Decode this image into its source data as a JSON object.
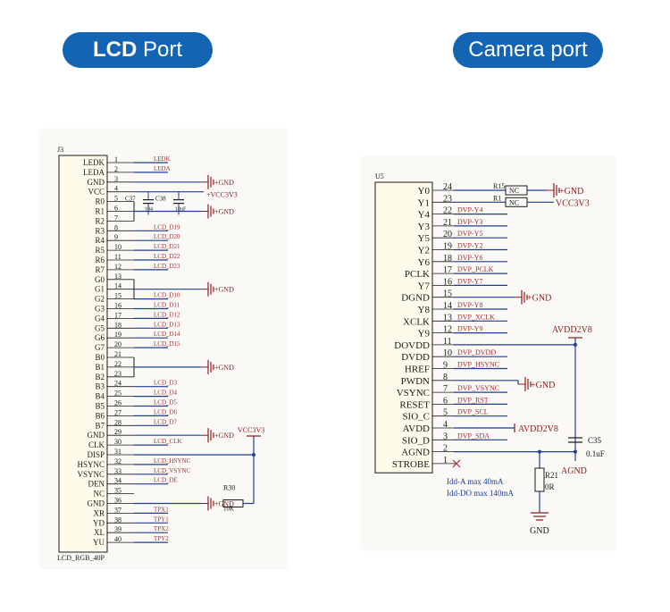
{
  "header": {
    "lcd_title_bold": "LCD",
    "lcd_title_rest": "Port",
    "camera_title": "Camera port"
  },
  "colors": {
    "pill": "#1464b4",
    "wire": "#1f3c96",
    "power": "#8b1a1a",
    "net_label": "#a33030",
    "body_fill": "#fffbea",
    "ink": "#1a1a1a"
  },
  "lcd": {
    "designator": "J3",
    "part_name": "LCD_RGB_40P",
    "pins": [
      {
        "num": "1",
        "name": "LEDK",
        "net": "LEDK"
      },
      {
        "num": "2",
        "name": "LEDA",
        "net": "LEDA"
      },
      {
        "num": "3",
        "name": "GND",
        "net": ""
      },
      {
        "num": "4",
        "name": "VCC",
        "net": ""
      },
      {
        "num": "5",
        "name": "R0",
        "net": ""
      },
      {
        "num": "6",
        "name": "R1",
        "net": ""
      },
      {
        "num": "7",
        "name": "R2",
        "net": ""
      },
      {
        "num": "8",
        "name": "R3",
        "net": "LCD_D19"
      },
      {
        "num": "9",
        "name": "R4",
        "net": "LCD_D20"
      },
      {
        "num": "10",
        "name": "R5",
        "net": "LCD_D21"
      },
      {
        "num": "11",
        "name": "R6",
        "net": "LCD_D22"
      },
      {
        "num": "12",
        "name": "R7",
        "net": "LCD_D23"
      },
      {
        "num": "13",
        "name": "G0",
        "net": ""
      },
      {
        "num": "14",
        "name": "G1",
        "net": ""
      },
      {
        "num": "15",
        "name": "G2",
        "net": "LCD_D10"
      },
      {
        "num": "16",
        "name": "G3",
        "net": "LCD_D11"
      },
      {
        "num": "17",
        "name": "G4",
        "net": "LCD_D12"
      },
      {
        "num": "18",
        "name": "G5",
        "net": "LCD_D13"
      },
      {
        "num": "19",
        "name": "G6",
        "net": "LCD_D14"
      },
      {
        "num": "20",
        "name": "G7",
        "net": "LCD_D15"
      },
      {
        "num": "21",
        "name": "B0",
        "net": ""
      },
      {
        "num": "22",
        "name": "B1",
        "net": ""
      },
      {
        "num": "23",
        "name": "B2",
        "net": ""
      },
      {
        "num": "24",
        "name": "B3",
        "net": "LCD_D3"
      },
      {
        "num": "25",
        "name": "B4",
        "net": "LCD_D4"
      },
      {
        "num": "26",
        "name": "B5",
        "net": "LCD_D5"
      },
      {
        "num": "27",
        "name": "B6",
        "net": "LCD_D6"
      },
      {
        "num": "28",
        "name": "B7",
        "net": "LCD_D7"
      },
      {
        "num": "29",
        "name": "GND",
        "net": ""
      },
      {
        "num": "30",
        "name": "CLK",
        "net": "LCD_CLK"
      },
      {
        "num": "31",
        "name": "DISP",
        "net": ""
      },
      {
        "num": "32",
        "name": "HSYNC",
        "net": "LCD_HSYNC"
      },
      {
        "num": "33",
        "name": "VSYNC",
        "net": "LCD_VSYNC"
      },
      {
        "num": "34",
        "name": "DEN",
        "net": "LCD_DE"
      },
      {
        "num": "35",
        "name": "NC",
        "net": ""
      },
      {
        "num": "36",
        "name": "GND",
        "net": ""
      },
      {
        "num": "37",
        "name": "XR",
        "net": "TPX1"
      },
      {
        "num": "38",
        "name": "YD",
        "net": "TPY1"
      },
      {
        "num": "39",
        "name": "XL",
        "net": "TPX2"
      },
      {
        "num": "40",
        "name": "YU",
        "net": "TPY2"
      }
    ],
    "gnd_label": "GND",
    "vcc_label": "VCC3V3",
    "vcc_label_right": "VCC3V3",
    "cap_left_label": "C37",
    "cap_right_label": "C38",
    "cap_left_value": "104",
    "cap_right_value": "10uF",
    "resistor_label": "R30",
    "resistor_value": "10K"
  },
  "camera": {
    "designator": "U5",
    "pins": [
      {
        "num": "24",
        "name": "Y0",
        "net": ""
      },
      {
        "num": "23",
        "name": "Y1",
        "net": ""
      },
      {
        "num": "22",
        "name": "Y4",
        "net": "DVP-Y4"
      },
      {
        "num": "21",
        "name": "Y3",
        "net": "DVP-Y3"
      },
      {
        "num": "20",
        "name": "Y5",
        "net": "DVP-Y5"
      },
      {
        "num": "19",
        "name": "Y2",
        "net": "DVP-Y2"
      },
      {
        "num": "18",
        "name": "Y6",
        "net": "DVP-Y6"
      },
      {
        "num": "17",
        "name": "PCLK",
        "net": "DVP_PCLK"
      },
      {
        "num": "16",
        "name": "Y7",
        "net": "DVP-Y7"
      },
      {
        "num": "15",
        "name": "DGND",
        "net": ""
      },
      {
        "num": "14",
        "name": "Y8",
        "net": "DVP-Y8"
      },
      {
        "num": "13",
        "name": "XCLK",
        "net": "DVP_XCLK"
      },
      {
        "num": "12",
        "name": "Y9",
        "net": "DVP-Y9"
      },
      {
        "num": "11",
        "name": "DOVDD",
        "net": ""
      },
      {
        "num": "10",
        "name": "DVDD",
        "net": "DVP_DVDD"
      },
      {
        "num": "9",
        "name": "HREF",
        "net": "DVP_HSYNC"
      },
      {
        "num": "8",
        "name": "PWDN",
        "net": ""
      },
      {
        "num": "7",
        "name": "VSYNC",
        "net": "DVP_VSYNC"
      },
      {
        "num": "6",
        "name": "RESET",
        "net": "DVP_RST"
      },
      {
        "num": "5",
        "name": "SIO_C",
        "net": "DVP_SCL"
      },
      {
        "num": "4",
        "name": "AVDD",
        "net": ""
      },
      {
        "num": "3",
        "name": "SIO_D",
        "net": "DVP_SDA"
      },
      {
        "num": "2",
        "name": "AGND",
        "net": ""
      },
      {
        "num": "1",
        "name": "STROBE",
        "net": ""
      }
    ],
    "r_top_label": "R15",
    "r_bottom_label": "R1",
    "nc_label": "NC",
    "gnd_label": "GND",
    "vcc_label": "VCC3V3",
    "avdd_label_top": "AVDD2V8",
    "avdd_label_mid": "AVDD2V8",
    "cap_label": "C35",
    "cap_value": "0.1uF",
    "agnd_label": "AGND",
    "r21_label": "R21",
    "r21_value": "0R",
    "gnd_bottom": "GND",
    "note_a": "Idd-A max 40mA",
    "note_do": "Idd-DO max 140mA"
  }
}
